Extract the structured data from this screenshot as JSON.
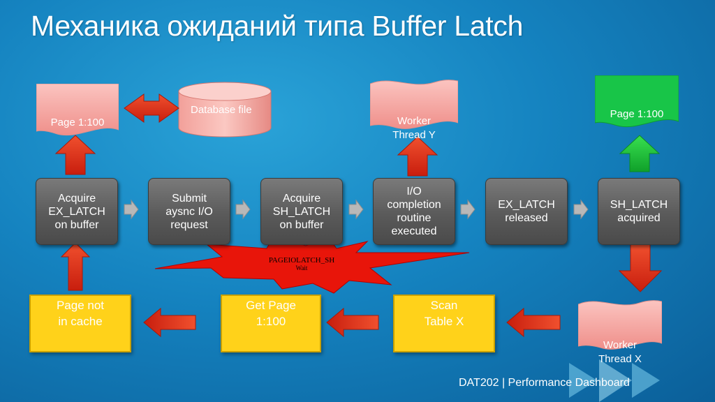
{
  "title": "Механика ожиданий типа Buffer Latch",
  "steps": [
    "Acquire\nEX_LATCH\non buffer",
    "Submit\naysnc I/O\nrequest",
    "Acquire\nSH_LATCH\non buffer",
    "I/O\ncompletion\nroutine\nexecuted",
    "EX_LATCH\nreleased",
    "SH_LATCH\nacquired"
  ],
  "bottom_boxes": [
    "Page not\nin cache",
    "Get Page\n1:100",
    "Scan\nTable X"
  ],
  "docs": {
    "page_left": "Page 1:100",
    "worker_y": "Worker\nThread Y",
    "page_right": "Page 1:100",
    "worker_x": "Worker\nThread X"
  },
  "database_file": "Database file",
  "burst": {
    "line1": "PAGEIOLATCH_SH",
    "line2": "Wait"
  },
  "footer": "DAT202 |  Performance Dashboard",
  "colors": {
    "red_arrow": "#e8321e",
    "green_arrow": "#1fc43a",
    "pink_shape": "#f4a3a0",
    "green_doc": "#15c54a",
    "yellow_box": "#ffd21a",
    "step_box": "#5f5f5f"
  }
}
